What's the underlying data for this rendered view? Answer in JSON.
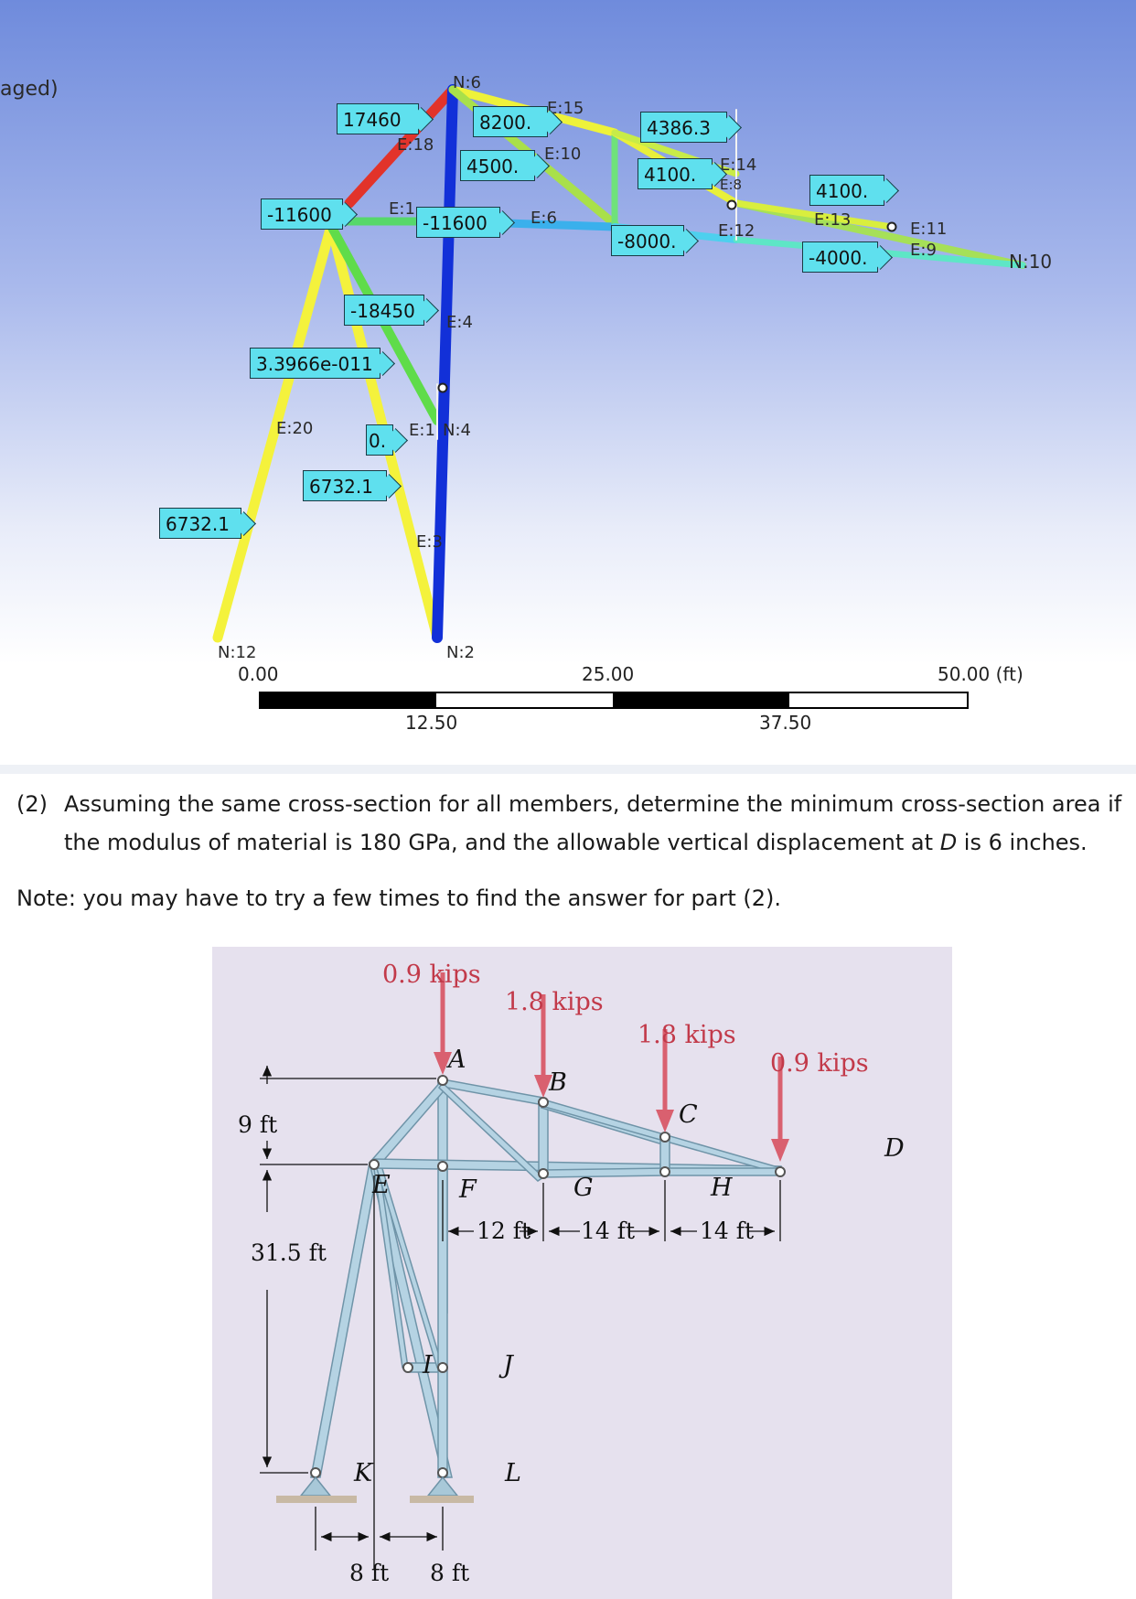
{
  "viewport": {
    "title_fragment": "aged)",
    "node_labels": [
      "N:6",
      "N:12",
      "N:2",
      "N:10",
      "N:4"
    ],
    "element_labels": [
      "E:18",
      "E:15",
      "E:10",
      "E:14",
      "E:8",
      "E:6",
      "E:12",
      "E:13",
      "E:11",
      "E:9",
      "E:4",
      "E:20",
      "E:1",
      "E:3",
      "E:1"
    ],
    "result_labels": [
      "17460",
      "8200.",
      "4500.",
      "4386.3",
      "4100.",
      "4100.",
      "-11600",
      "-11600",
      "-8000.",
      "-4000.",
      "-18450",
      "3.3966e-011",
      "0.",
      "6732.1",
      "6732.1"
    ],
    "scale": {
      "ticks_top": [
        "0.00",
        "25.00",
        "50.00 (ft)"
      ],
      "ticks_bottom": [
        "12.50",
        "37.50"
      ]
    }
  },
  "question": {
    "number": "(2)",
    "text_before": "Assuming the same cross-section for all members, determine the minimum cross-section area if the modulus of material is 180 GPa, and the allowable vertical displacement at ",
    "italic_point": "D",
    "text_after": " is 6 inches."
  },
  "note": "Note: you may have to try a few times to find the answer for part (2).",
  "figure": {
    "loads": [
      "0.9 kips",
      "1.8 kips",
      "1.8 kips",
      "0.9 kips"
    ],
    "nodes": [
      "A",
      "B",
      "C",
      "D",
      "E",
      "F",
      "G",
      "H",
      "I",
      "J",
      "K",
      "L"
    ],
    "dimensions": {
      "vertical_top": "9 ft",
      "vertical_main": "31.5 ft",
      "horizontal_1": "12 ft",
      "horizontal_2": "14 ft",
      "horizontal_3": "14 ft",
      "base_left": "8 ft",
      "base_right": "8 ft"
    },
    "colors": {
      "member": "#b5d3e3",
      "member_edge": "#6f94a8",
      "load": "#d9606f",
      "background": "#e6e1ee"
    }
  }
}
